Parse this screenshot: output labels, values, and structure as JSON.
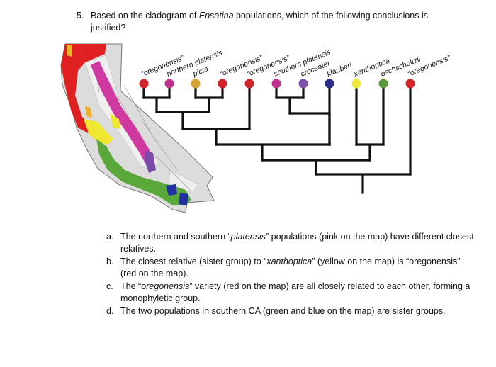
{
  "question": {
    "number": "5.",
    "text_before": "Based on the cladogram of ",
    "text_italic": "Ensatina",
    "text_after": " populations, which of the following conclusions is justified?"
  },
  "cladogram": {
    "taxa": [
      {
        "label": "“oregonensis”",
        "color": "#d0242a"
      },
      {
        "label": "northern platensis",
        "color": "#c03090"
      },
      {
        "label": "picta",
        "color": "#d6a032"
      },
      {
        "label": "“oregonensis”",
        "color": "#d0242a"
      },
      {
        "label": "“oregonensis”",
        "color": "#d0242a"
      },
      {
        "label": "southern platensis",
        "color": "#c03090"
      },
      {
        "label": "croceater",
        "color": "#8050a8"
      },
      {
        "label": "klauberi",
        "color": "#2a2c8c"
      },
      {
        "label": "xanthoptica",
        "color": "#eeea3a"
      },
      {
        "label": "eschscholtzii",
        "color": "#5a9a3a"
      },
      {
        "label": "“oregonensis”",
        "color": "#d0242a"
      }
    ]
  },
  "map": {
    "colors": {
      "red": "#e02020",
      "magenta": "#d03aa0",
      "yellow": "#f0e830",
      "green": "#5aa83a",
      "blue": "#2030a0",
      "orange": "#f0b030",
      "purple": "#7a4aa8",
      "land": "#dcdcdc"
    }
  },
  "choices": [
    {
      "letter": "a.",
      "parts": [
        "The northern and southern “",
        "platensis",
        "” populations (pink on the map) have different closest relatives."
      ]
    },
    {
      "letter": "b.",
      "parts": [
        "The closest relative (sister group) to “",
        "xanthoptica",
        "” (yellow on the map) is “oregonensis” (red on the map)."
      ]
    },
    {
      "letter": "c.",
      "parts": [
        "The “",
        "oregonensis",
        "” variety (red on the map) are all closely related to each other, forming a monophyletic group."
      ]
    },
    {
      "letter": "d.",
      "parts": [
        "The two populations in southern CA (green and blue on the map) are sister groups."
      ]
    }
  ]
}
